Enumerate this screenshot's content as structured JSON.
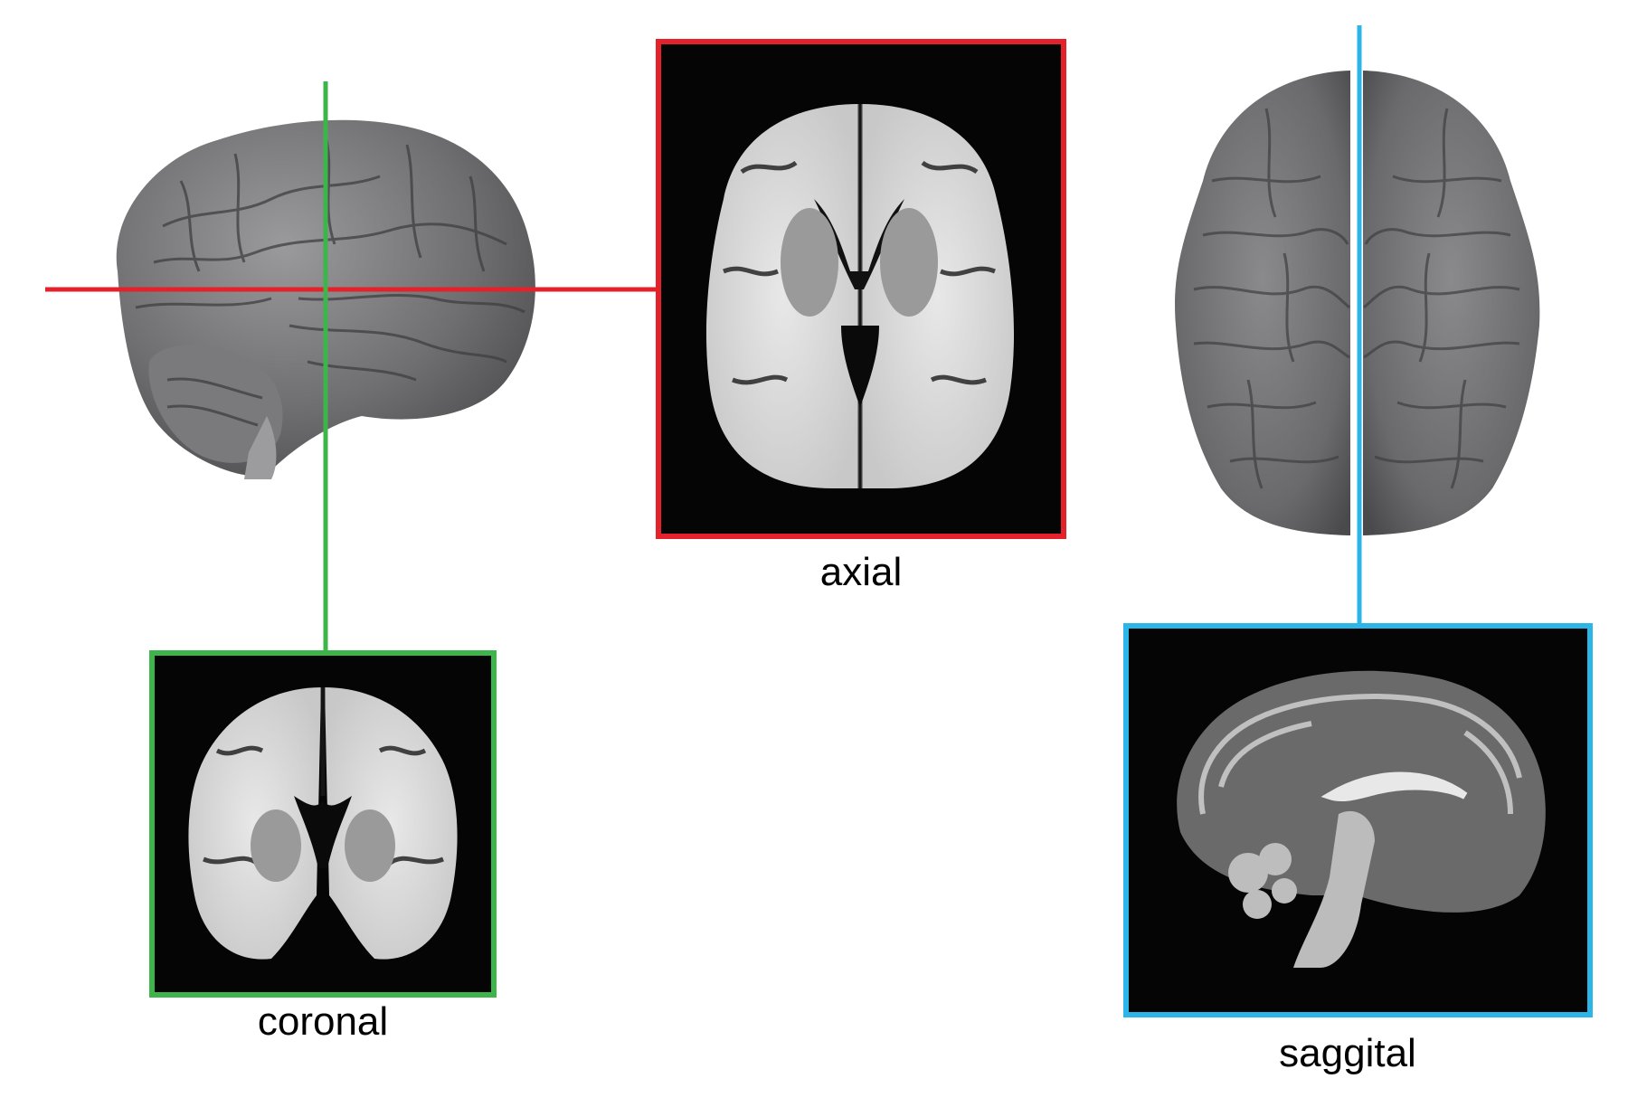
{
  "labels": {
    "axial": "axial",
    "coronal": "coronal",
    "saggital": "saggital"
  },
  "colors": {
    "axial": "#e3222b",
    "coronal": "#3db54a",
    "saggital": "#2cb6e8",
    "panel_background": "#050505",
    "brain_surface": "#6f6f71",
    "background": "#ffffff"
  },
  "icons": {
    "lateral_brain": "brain-lateral-view-icon",
    "top_brain": "brain-top-view-icon"
  }
}
